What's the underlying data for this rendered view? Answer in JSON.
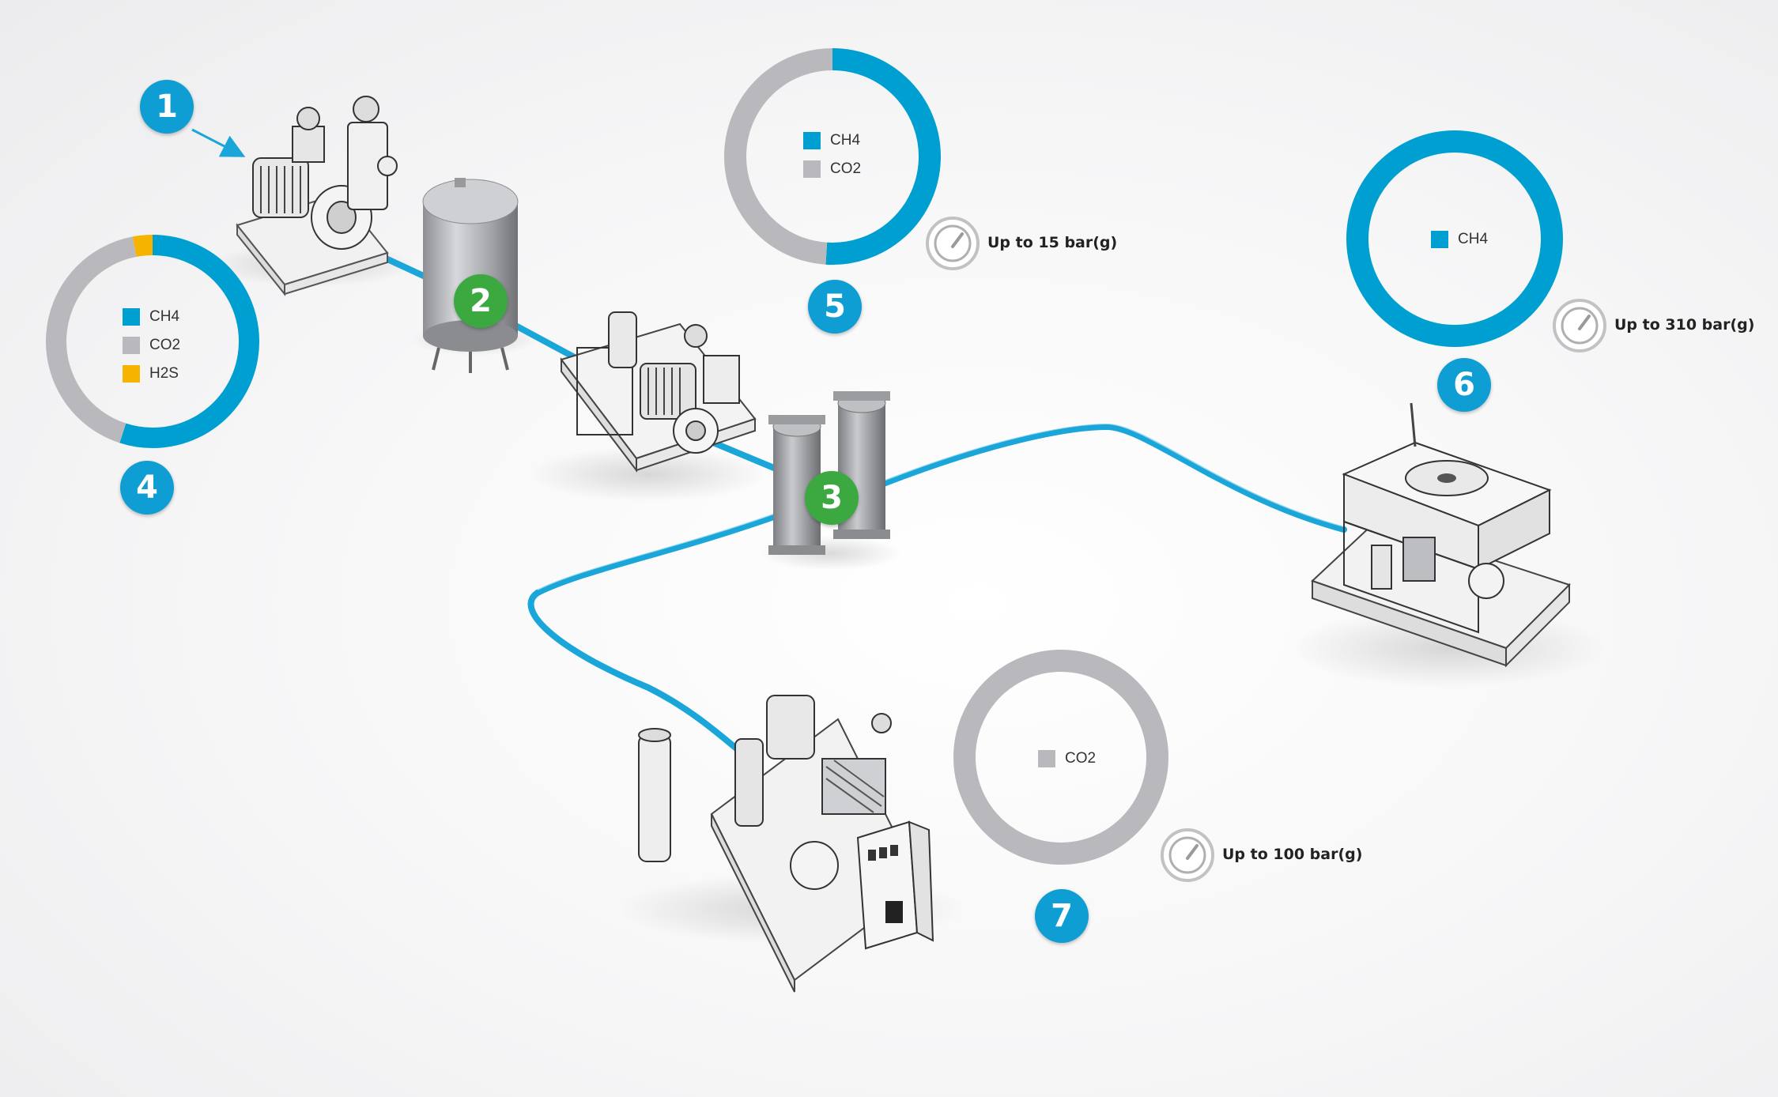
{
  "colors": {
    "ch4": "#009fd1",
    "co2": "#b9b9bd",
    "h2s": "#f5b400",
    "pipe": "#1aa6d9",
    "badge_blue": "#0f9ed3",
    "badge_green": "#3ba940"
  },
  "badges": [
    {
      "label": "1",
      "color": "blue"
    },
    {
      "label": "2",
      "color": "green"
    },
    {
      "label": "3",
      "color": "green"
    },
    {
      "label": "4",
      "color": "blue"
    },
    {
      "label": "5",
      "color": "blue"
    },
    {
      "label": "6",
      "color": "blue"
    },
    {
      "label": "7",
      "color": "blue"
    }
  ],
  "compositions": [
    {
      "step": "4",
      "segments": [
        {
          "name": "CH4",
          "fraction": 0.55
        },
        {
          "name": "CO2",
          "fraction": 0.42
        },
        {
          "name": "H2S",
          "fraction": 0.03
        }
      ],
      "legend": [
        {
          "name": "CH4",
          "color_key": "ch4"
        },
        {
          "name": "CO2",
          "color_key": "co2"
        },
        {
          "name": "H2S",
          "color_key": "h2s"
        }
      ]
    },
    {
      "step": "5",
      "segments": [
        {
          "name": "CH4",
          "fraction": 0.51
        },
        {
          "name": "CO2",
          "fraction": 0.49
        }
      ],
      "legend": [
        {
          "name": "CH4",
          "color_key": "ch4"
        },
        {
          "name": "CO2",
          "color_key": "co2"
        }
      ],
      "pressure": "Up to 15 bar(g)"
    },
    {
      "step": "6",
      "segments": [
        {
          "name": "CH4",
          "fraction": 1.0
        }
      ],
      "legend": [
        {
          "name": "CH4",
          "color_key": "ch4"
        }
      ],
      "pressure": "Up to 310 bar(g)"
    },
    {
      "step": "7",
      "segments": [
        {
          "name": "CO2",
          "fraction": 1.0
        }
      ],
      "legend": [
        {
          "name": "CO2",
          "color_key": "co2"
        }
      ],
      "pressure": "Up to 100 bar(g)"
    }
  ],
  "equipment": [
    {
      "icon": "compressor-unit-icon",
      "step": "1"
    },
    {
      "icon": "vessel-tank-icon",
      "step": "2"
    },
    {
      "icon": "membrane-unit-icon",
      "step": "3"
    },
    {
      "icon": "filter-columns-icon",
      "step": "3"
    },
    {
      "icon": "high-pressure-compressor-icon",
      "step": "6"
    },
    {
      "icon": "co2-compressor-icon",
      "step": "7"
    }
  ]
}
